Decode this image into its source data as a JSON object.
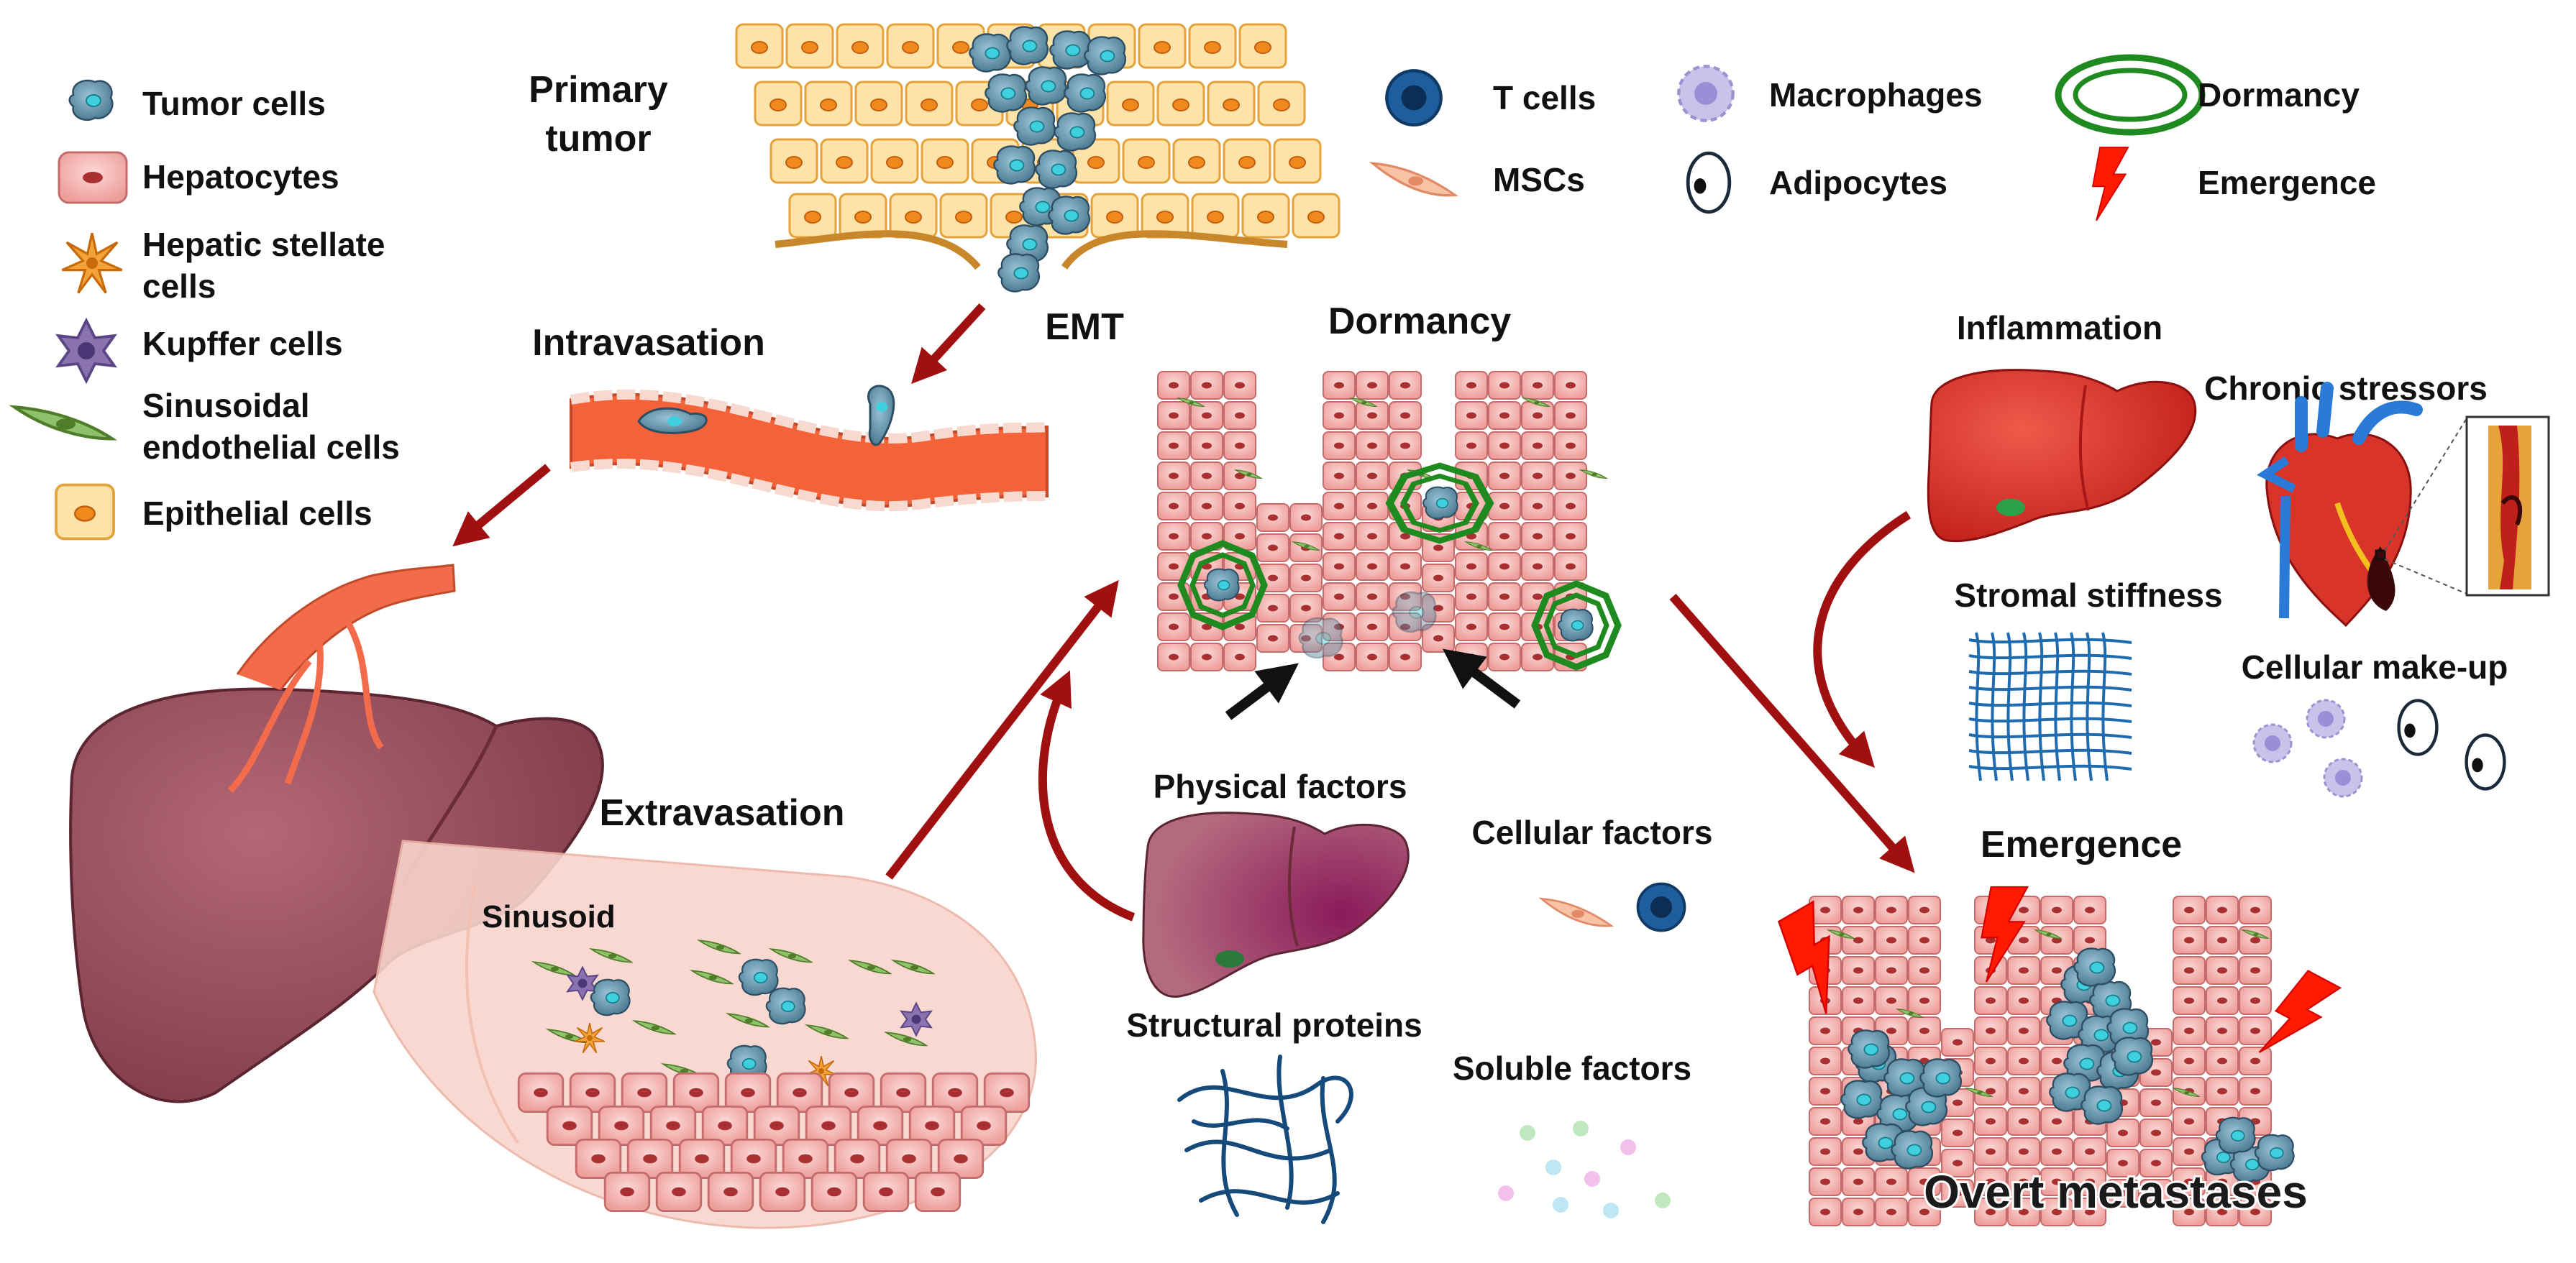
{
  "legend_left": [
    {
      "id": "tumor",
      "icon": "tumor-cell-icon",
      "label": "Tumor cells"
    },
    {
      "id": "hepatocytes",
      "icon": "hepatocyte-icon",
      "label": "Hepatocytes"
    },
    {
      "id": "stellate",
      "icon": "stellate-cell-icon",
      "label": "Hepatic stellate",
      "label2": "cells"
    },
    {
      "id": "kupffer",
      "icon": "kupffer-cell-icon",
      "label": "Kupffer cells"
    },
    {
      "id": "sinusoidal",
      "icon": "endothelial-cell-icon",
      "label": "Sinusoidal",
      "label2": "endothelial cells"
    },
    {
      "id": "epithelial",
      "icon": "epithelial-cell-icon",
      "label": "Epithelial cells"
    }
  ],
  "legend_right": [
    {
      "id": "tcells",
      "icon": "t-cell-icon",
      "label": "T cells"
    },
    {
      "id": "mscs",
      "icon": "msc-icon",
      "label": "MSCs"
    },
    {
      "id": "macrophages",
      "icon": "macrophage-icon",
      "label": "Macrophages"
    },
    {
      "id": "adipocytes",
      "icon": "adipocyte-icon",
      "label": "Adipocytes"
    },
    {
      "id": "dormancy",
      "icon": "dormancy-ring-icon",
      "label": "Dormancy"
    },
    {
      "id": "emergence",
      "icon": "lightning-icon",
      "label": "Emergence"
    }
  ],
  "stages": {
    "primary_tumor": [
      "Primary",
      "tumor"
    ],
    "intravasation": "Intravasation",
    "emt": "EMT",
    "dormancy": "Dormancy",
    "extravasation": "Extravasation",
    "sinusoid": "Sinusoid",
    "emergence": "Emergence",
    "overt": "Overt metastases"
  },
  "factors": {
    "physical": "Physical factors",
    "cellular": "Cellular factors",
    "structural": "Structural proteins",
    "soluble": "Soluble factors"
  },
  "triggers": {
    "inflammation": "Inflammation",
    "chronic": "Chronic stressors",
    "stromal": "Stromal stiffness",
    "makeup": "Cellular make-up"
  },
  "colors": {
    "arrow": "#a01010",
    "dormancy_ring": "#1f8a1f",
    "hepatocyte": "#f6c3c0",
    "liver": "#9e4f5c",
    "epithelial": "#fde3a8",
    "tumor": "#5f8fa8",
    "vessel": "#f4623a",
    "lightning": "#ff1a00"
  }
}
